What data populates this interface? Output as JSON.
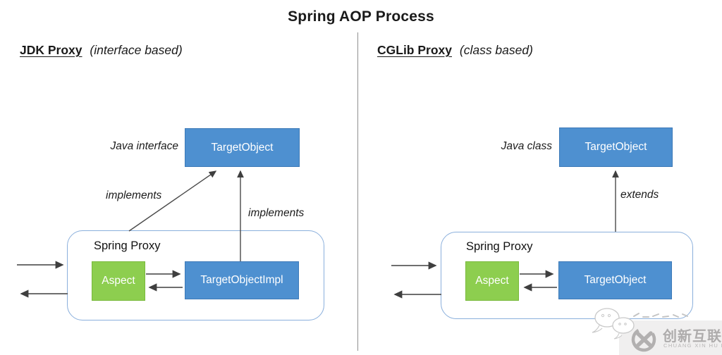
{
  "title": "Spring AOP Process",
  "left_panel": {
    "heading": "JDK Proxy",
    "heading_note": "(interface based)",
    "type_label": "Java interface",
    "interface_box": "TargetObject",
    "implements_label_left": "implements",
    "implements_label_right": "implements",
    "proxy_container_label": "Spring Proxy",
    "aspect_box": "Aspect",
    "target_box": "TargetObjectImpl"
  },
  "right_panel": {
    "heading": "CGLib Proxy",
    "heading_note": "(class based)",
    "type_label": "Java class",
    "class_box": "TargetObject",
    "extends_label": "extends",
    "proxy_container_label": "Spring Proxy",
    "aspect_box": "Aspect",
    "target_box": "TargetObject"
  },
  "watermark": {
    "brand_cjk": "创新互联",
    "brand_latin": "CHUANG XIN HU LIAN"
  },
  "colors": {
    "box_blue": "#4e90d0",
    "box_green": "#8dce4f",
    "container_border": "#8aafdc",
    "arrow": "#3f3f3f",
    "divider": "#909090",
    "watermark_gray": "#b2b0b0",
    "watermark_bg": "#f0efef"
  }
}
